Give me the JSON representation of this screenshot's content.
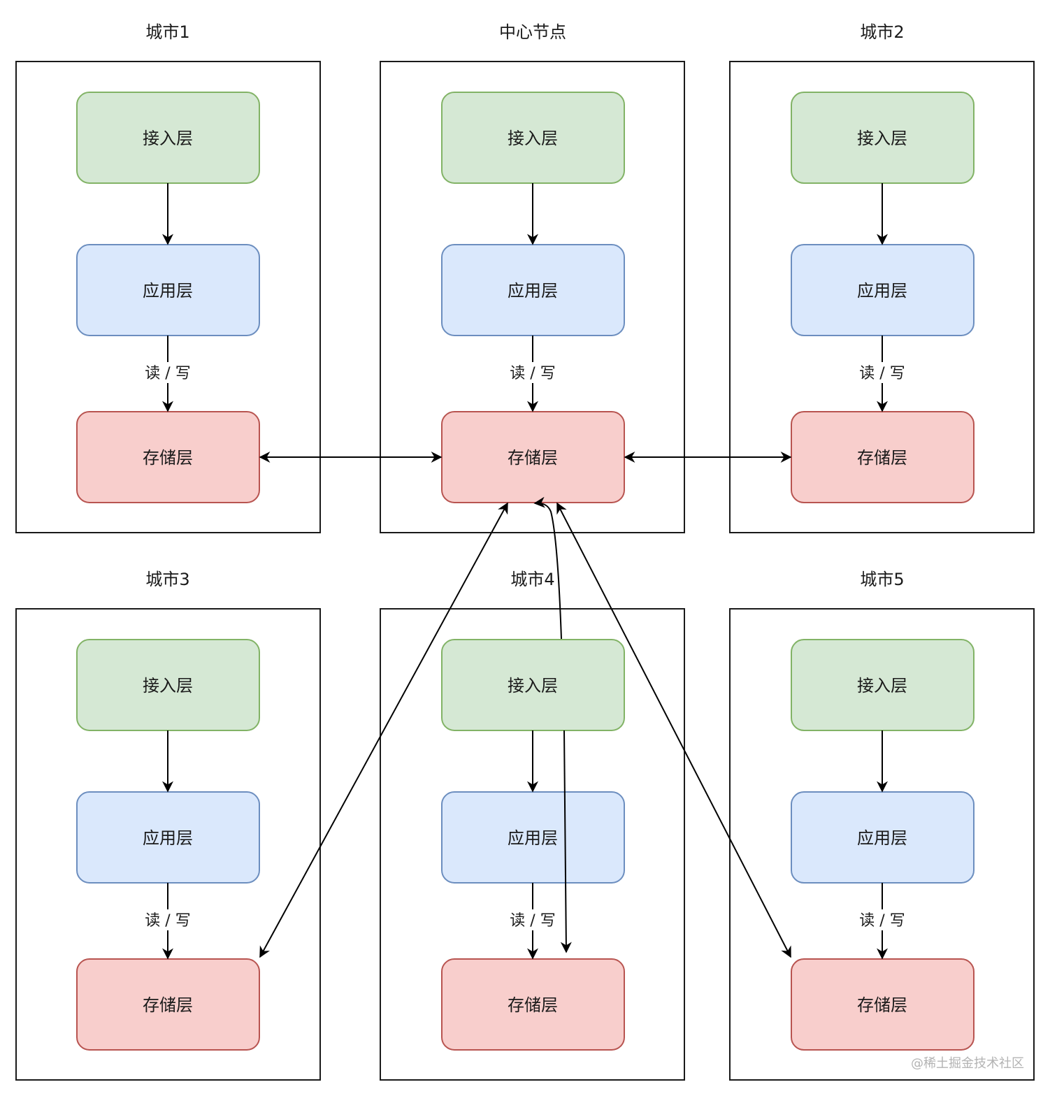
{
  "regions": [
    {
      "title": "城市1",
      "layers": {
        "access": "接入层",
        "app": "应用层",
        "storage": "存储层"
      },
      "rw_label": "读 / 写"
    },
    {
      "title": "中心节点",
      "layers": {
        "access": "接入层",
        "app": "应用层",
        "storage": "存储层"
      },
      "rw_label": "读 / 写"
    },
    {
      "title": "城市2",
      "layers": {
        "access": "接入层",
        "app": "应用层",
        "storage": "存储层"
      },
      "rw_label": "读 / 写"
    },
    {
      "title": "城市3",
      "layers": {
        "access": "接入层",
        "app": "应用层",
        "storage": "存储层"
      },
      "rw_label": "读 / 写"
    },
    {
      "title": "城市4",
      "layers": {
        "access": "接入层",
        "app": "应用层",
        "storage": "存储层"
      },
      "rw_label": "读 / 写"
    },
    {
      "title": "城市5",
      "layers": {
        "access": "接入层",
        "app": "应用层",
        "storage": "存储层"
      },
      "rw_label": "读 / 写"
    }
  ],
  "colors": {
    "access_fill": "#d5e8d4",
    "access_stroke": "#82b366",
    "app_fill": "#dae8fc",
    "app_stroke": "#6c8ebf",
    "storage_fill": "#f8cecc",
    "storage_stroke": "#b85450"
  },
  "watermark": "@稀土掘金技术社区"
}
